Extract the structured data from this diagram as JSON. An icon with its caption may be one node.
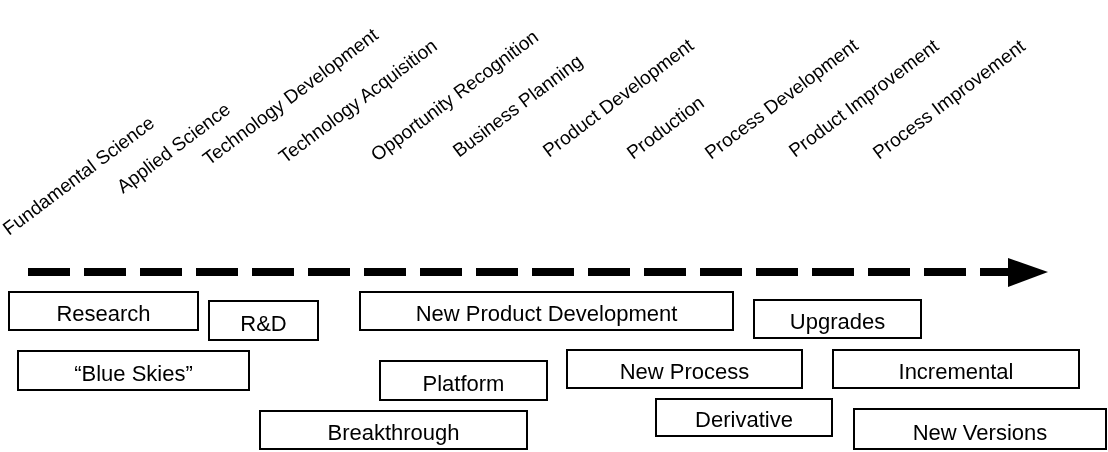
{
  "diagram": {
    "nodes": [
      {
        "text": [
          "Research"
        ]
      },
      {
        "text": [
          "R&D"
        ]
      },
      {
        "text": [
          "New Product Development"
        ]
      },
      {
        "text": [
          "Upgrades"
        ]
      },
      {
        "text": [
          "“Blue Skies”"
        ]
      },
      {
        "text": [
          "Platform"
        ]
      },
      {
        "text": [
          "New Process"
        ]
      },
      {
        "text": [
          "Incremental"
        ]
      },
      {
        "text": [
          "Breakthrough"
        ]
      },
      {
        "text": [
          "Derivative"
        ]
      },
      {
        "text": [
          "New Versions"
        ]
      }
    ],
    "labels": [
      "Fundamental Science",
      "Applied Science",
      "Technology Development",
      "Technology Acquisition",
      "Opportunity Recognition",
      "Business Planning",
      "Product Development",
      "Production",
      "Process Development",
      "Product Improvement",
      "Process Improvement"
    ]
  }
}
